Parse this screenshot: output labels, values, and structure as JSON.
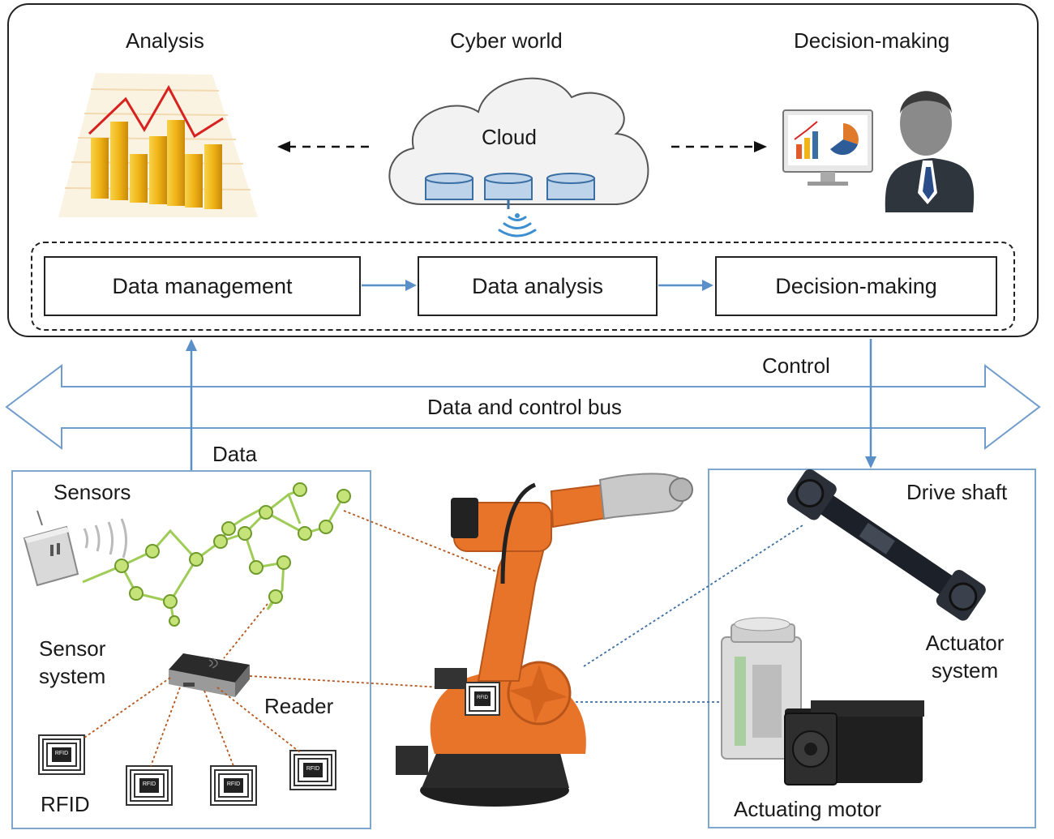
{
  "cyber": {
    "analysis_label": "Analysis",
    "cyber_world_label": "Cyber world",
    "cloud_label": "Cloud",
    "decision_making_label": "Decision-making"
  },
  "process": {
    "data_management": "Data management",
    "data_analysis": "Data analysis",
    "decision_making": "Decision-making"
  },
  "bus": {
    "label": "Data and control bus",
    "control_label": "Control",
    "data_label": "Data"
  },
  "sensor_panel": {
    "sensors_label": "Sensors",
    "sensor_system_label": "Sensor system",
    "reader_label": "Reader",
    "rfid_label": "RFID",
    "tag_text": "RFID"
  },
  "actuator_panel": {
    "drive_shaft_label": "Drive shaft",
    "actuator_system_label": "Actuator system",
    "actuating_motor_label": "Actuating motor"
  },
  "colors": {
    "flow_arrow": "#5b8fc7",
    "panel_border": "#7fa6cc",
    "robot_orange": "#e8742a",
    "sensor_link": "#b5561c",
    "sensor_node": "#8fc43a",
    "chart_bar": "#f0b416"
  },
  "icons": {
    "analysis": "bar-chart-icon",
    "cloud": "cloud-database-icon",
    "wireless": "wifi-signal-icon",
    "decision": "businessman-monitor-icon",
    "robot": "industrial-robot-arm-icon",
    "reader": "rfid-reader-icon",
    "sensor": "sensor-device-icon",
    "drive_shaft": "drive-shaft-icon",
    "motor": "servo-motor-icon",
    "tag": "rfid-tag-icon"
  }
}
